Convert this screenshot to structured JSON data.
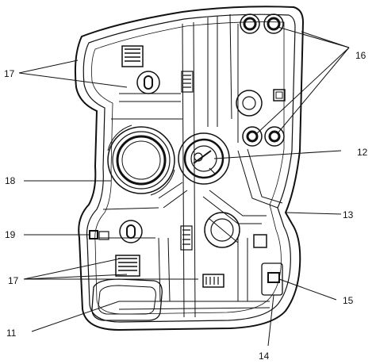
{
  "figure": {
    "labels": {
      "l11": "11",
      "l12": "12",
      "l13": "13",
      "l14": "14",
      "l15": "15",
      "l16": "16",
      "l17a": "17",
      "l17b": "17",
      "l18": "18",
      "l19": "19"
    }
  }
}
